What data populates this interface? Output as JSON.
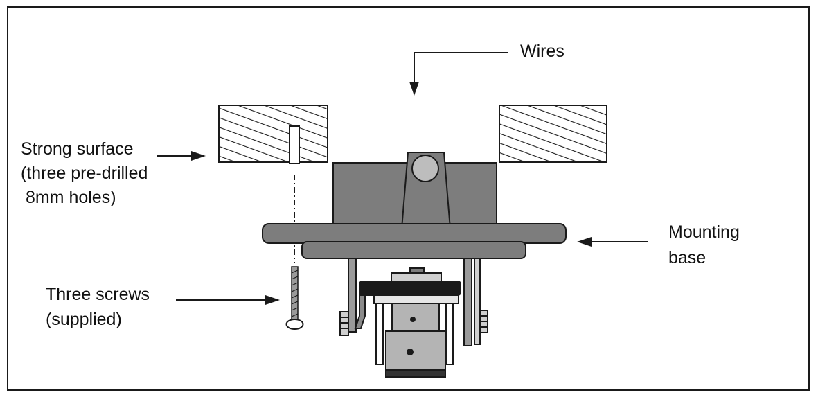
{
  "labels": {
    "wires": "Wires",
    "strong_surface": [
      "Strong surface",
      "(three pre-drilled",
      " 8mm holes)"
    ],
    "mounting_base": [
      "Mounting",
      "base"
    ],
    "three_screws": [
      "Three screws",
      "(supplied)"
    ]
  },
  "colors": {
    "body_gray": "#7d7d7d",
    "light_gray": "#b4b4b4",
    "dark": "#1a1a1a"
  }
}
